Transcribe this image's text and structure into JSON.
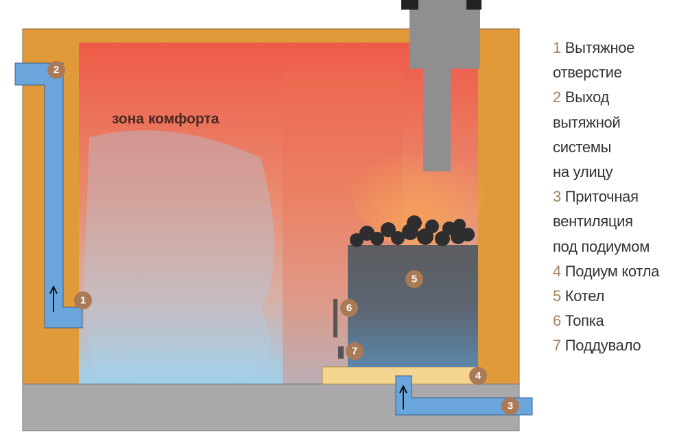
{
  "diagram": {
    "zone_label": "зона комфорта",
    "badges": [
      "1",
      "2",
      "3",
      "4",
      "5",
      "6",
      "7"
    ],
    "legend": [
      {
        "num": "1",
        "lines": [
          "Вытяжное",
          "отверстие"
        ]
      },
      {
        "num": "2",
        "lines": [
          "Выход",
          "вытяжной",
          "системы",
          "на улицу"
        ]
      },
      {
        "num": "3",
        "lines": [
          "Приточная",
          "вентиляция",
          "под подиумом"
        ]
      },
      {
        "num": "4",
        "lines": [
          "Подиум котла"
        ]
      },
      {
        "num": "5",
        "lines": [
          "Котел"
        ]
      },
      {
        "num": "6",
        "lines": [
          "Топка"
        ]
      },
      {
        "num": "7",
        "lines": [
          "Поддувало"
        ]
      }
    ],
    "colors": {
      "wall": "#e09a3a",
      "pipe": "#6aa6dc",
      "floor": "#a9a9ab",
      "stove": "#5c6066",
      "badge": "#a97a55",
      "hot": "#ee5a48",
      "cool": "#8cc4e8"
    }
  }
}
